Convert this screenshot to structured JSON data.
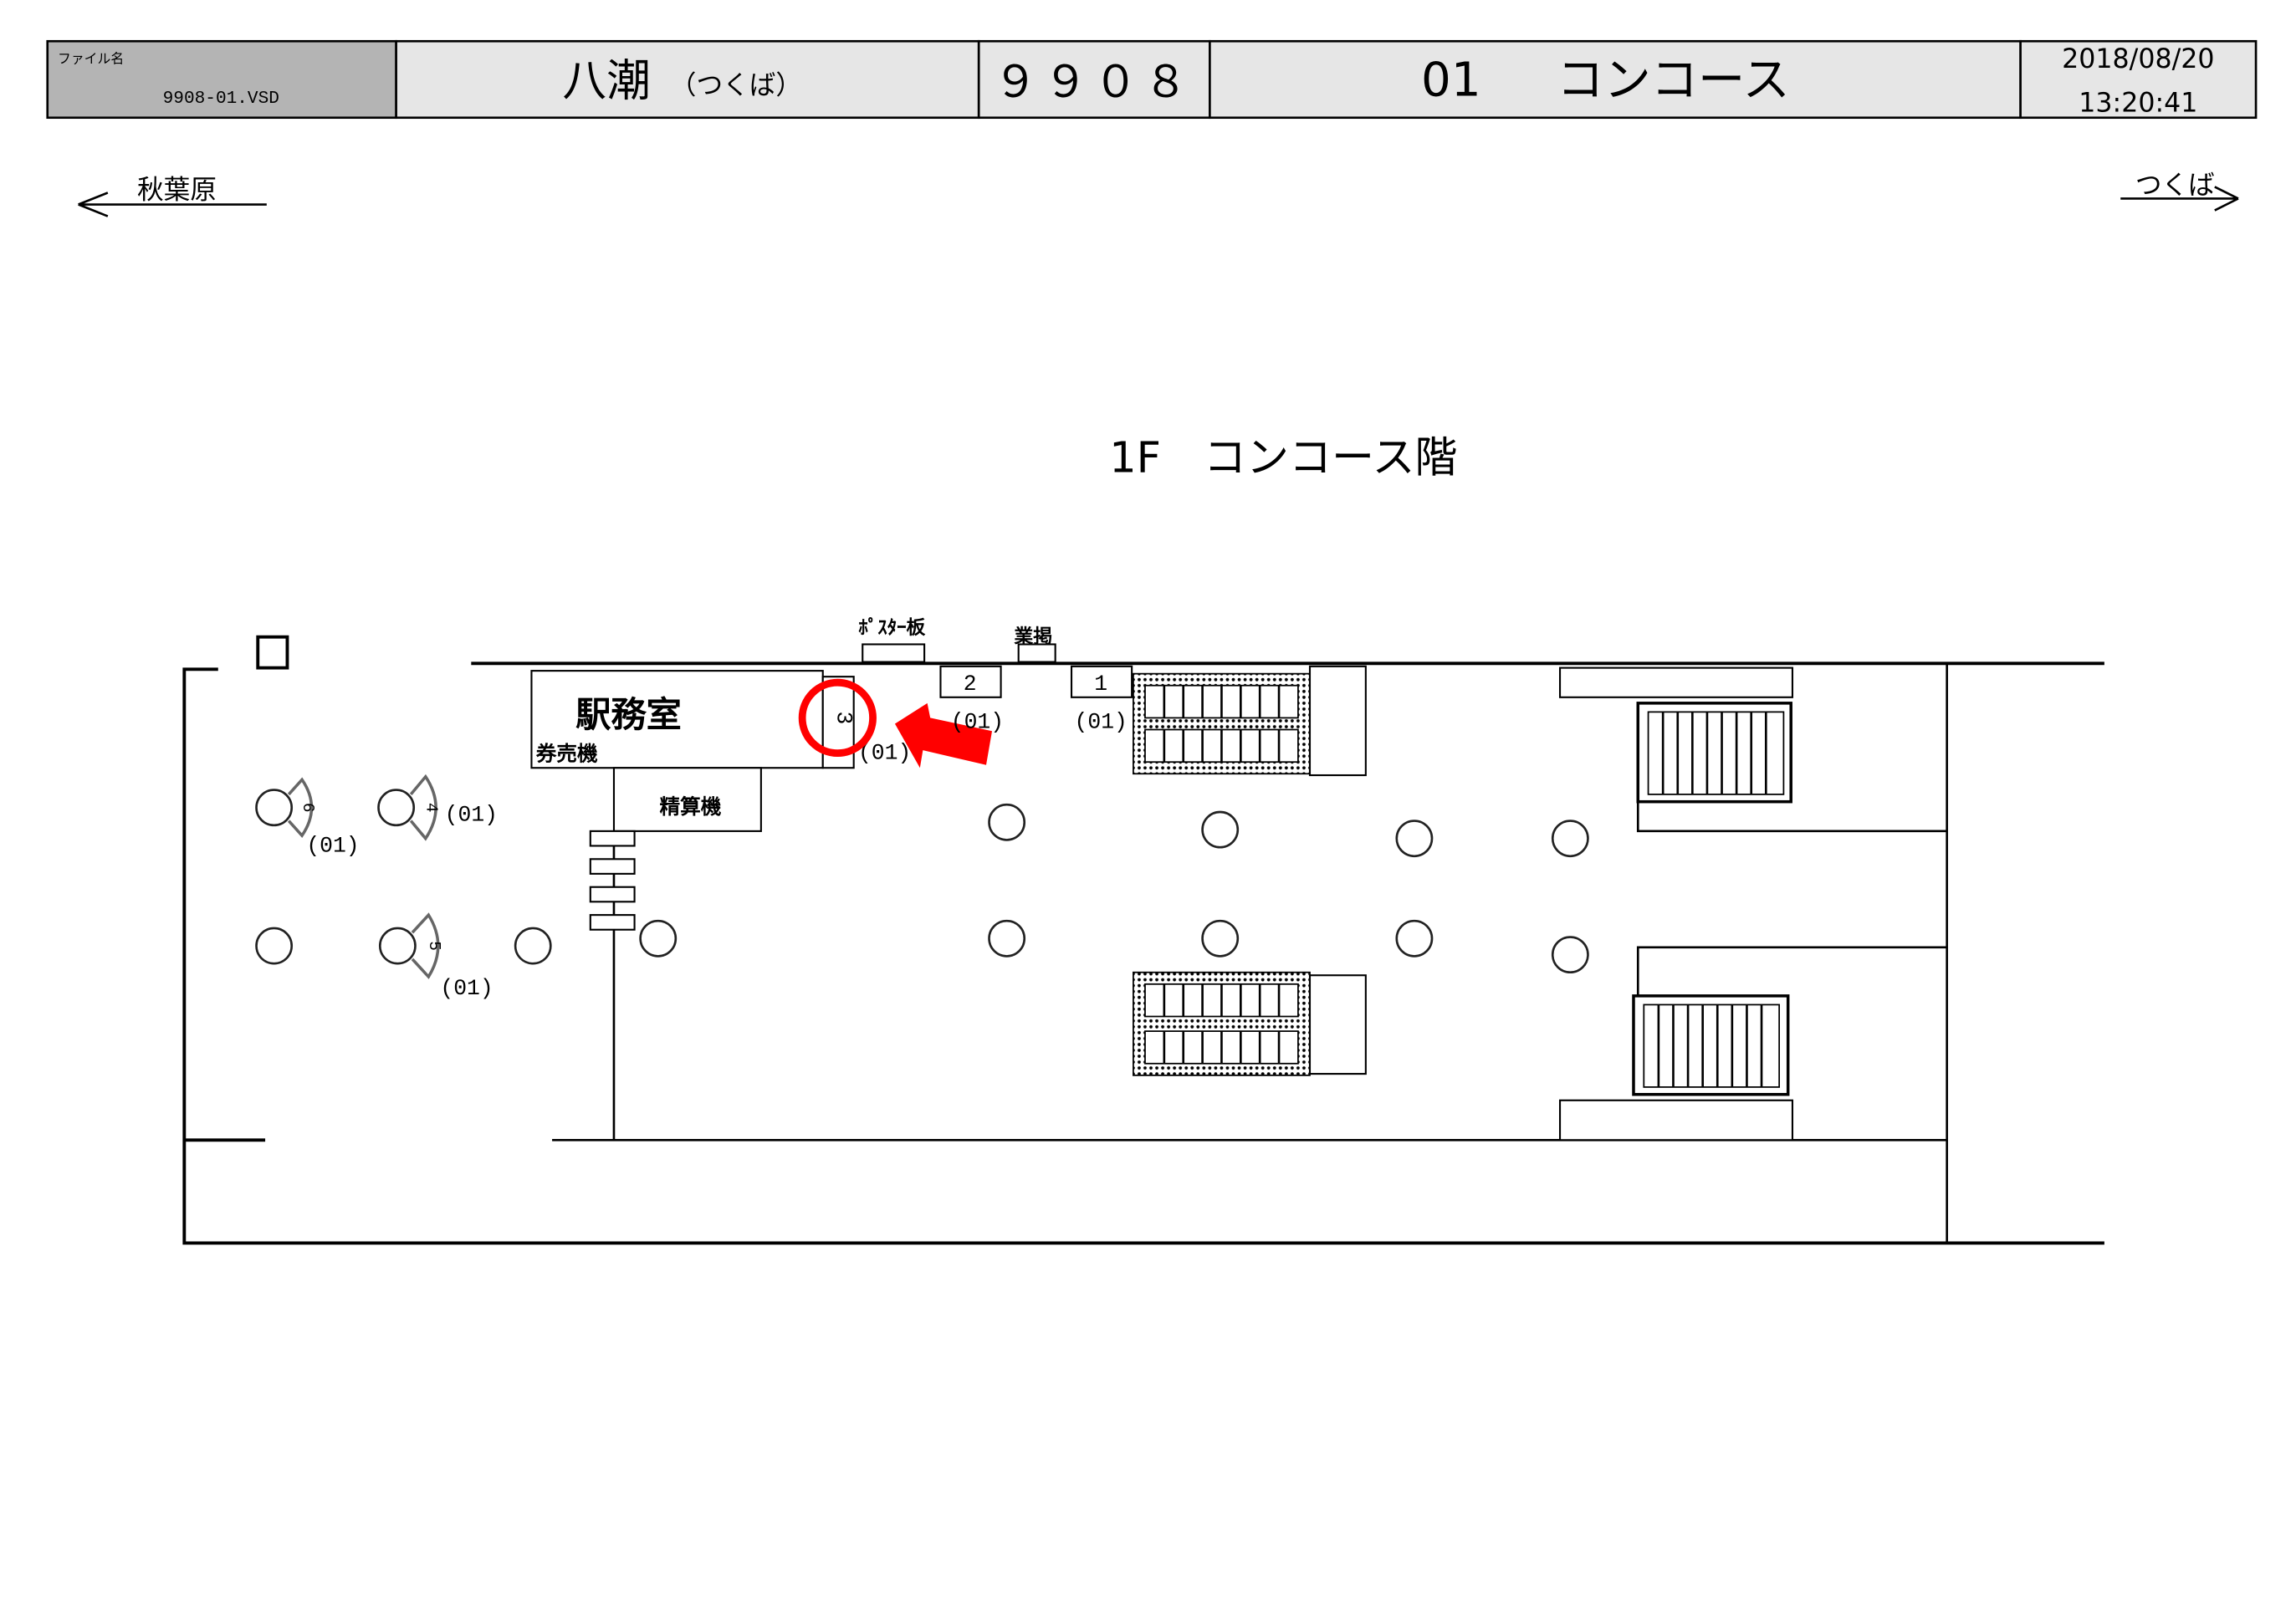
{
  "header": {
    "file_label": "ファイル名",
    "file_name": "9908-01.VSD",
    "station_name": "八潮",
    "station_direction": "（つくば）",
    "station_code": "９９０８",
    "floor_code": "01",
    "floor_name": "コンコース",
    "date": "2018/08/20",
    "time": "13:20:41"
  },
  "directions": {
    "left": "秋葉原",
    "right": "つくば"
  },
  "plan": {
    "title": "1F　コンコース階",
    "station_office": "駅務室",
    "ticket_machine": "券売機",
    "fare_adjustment": "精算機",
    "poster_board": "ﾎﾟｽﾀｰ板",
    "notice_board": "業掲",
    "boards": [
      {
        "number": "1",
        "code": "(01)"
      },
      {
        "number": "2",
        "code": "(01)"
      },
      {
        "number": "3",
        "code": "(01)"
      },
      {
        "number": "4",
        "code": "(01)"
      },
      {
        "number": "5",
        "code": "(01)"
      },
      {
        "number": "6",
        "code": "(01)"
      }
    ]
  },
  "colors": {
    "highlight": "#ff0000",
    "header_gray": "#b4b4b4",
    "header_light": "#e6e6e6"
  }
}
